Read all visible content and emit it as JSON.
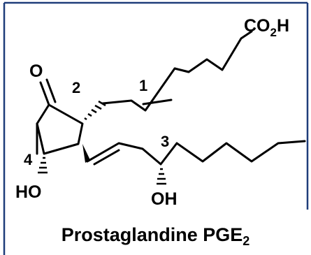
{
  "molecule": {
    "groups": {
      "carboxyl_main": "CO",
      "carboxyl_sub": "2",
      "carboxyl_tail": "H",
      "ketone_o": "O",
      "hydroxyl_ring": "HO",
      "hydroxyl_chain": "OH"
    },
    "locants": [
      "1",
      "2",
      "3",
      "4"
    ]
  },
  "caption": {
    "main": "Prostaglandine PGE",
    "sub": "2"
  },
  "colors": {
    "frame": "#1f3d7a",
    "ink": "#000000",
    "background": "#ffffff"
  }
}
